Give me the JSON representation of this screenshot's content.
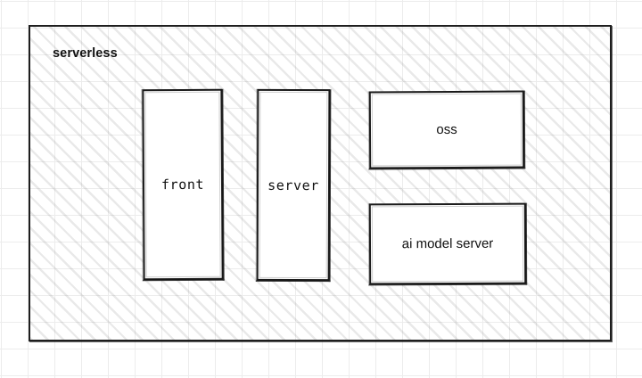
{
  "diagram": {
    "group": {
      "label": "serverless"
    },
    "nodes": [
      {
        "id": "front",
        "label": "front"
      },
      {
        "id": "server",
        "label": "server"
      },
      {
        "id": "oss",
        "label": "oss"
      },
      {
        "id": "ai",
        "label": "ai model server"
      }
    ],
    "colors": {
      "stroke": "#1c1c1c",
      "text": "#111111",
      "node_fill": "#ffffff",
      "group_hatch": "#e0e0e0",
      "page_grid": "#ececec",
      "page_background": "#ffffff"
    }
  }
}
